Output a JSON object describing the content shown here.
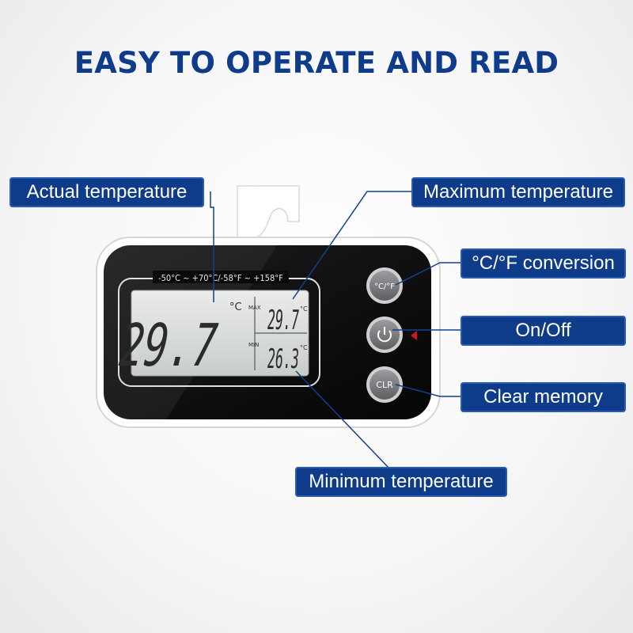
{
  "headline": "EASY TO OPERATE AND READ",
  "labels": {
    "actual": "Actual temperature",
    "maximum": "Maximum temperature",
    "conversion": "°C/°F conversion",
    "onoff": "On/Off",
    "clear": "Clear memory",
    "minimum": "Minimum temperature"
  },
  "device": {
    "range": "-50°C ~ +70°C/-58°F ~ +158°F",
    "main_reading": "29.7",
    "main_unit": "°C",
    "max_marker": "MAX",
    "max_reading": "29.7",
    "min_marker": "MIN",
    "min_reading": "26.3",
    "small_unit": "°C",
    "buttons": {
      "cf": "°C/°F",
      "clr": "CLR"
    }
  },
  "colors": {
    "label_bg": "#0f3c8a",
    "headline": "#0f3c8a",
    "indicator": "#d01818"
  }
}
